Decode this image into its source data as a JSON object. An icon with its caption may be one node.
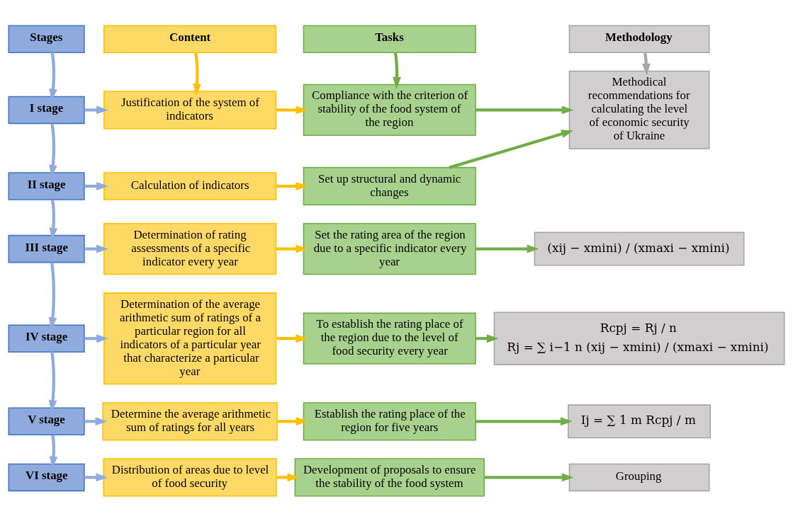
{
  "diagram": {
    "nodes": [
      {
        "text": [
          "Stages"
        ]
      },
      {
        "text": [
          "Content"
        ]
      },
      {
        "text": [
          "Tasks"
        ]
      },
      {
        "text": [
          "Methodology"
        ]
      },
      {
        "text": [
          "I stage"
        ]
      },
      {
        "text": [
          "Justification of the system of indicators"
        ]
      },
      {
        "text": [
          "Compliance with the criterion of stability of the food system of the region"
        ]
      },
      {
        "text": [
          "Methodical recommendations for calculating the level of economic security of Ukraine"
        ]
      },
      {
        "text": [
          "II stage"
        ]
      },
      {
        "text": [
          "Calculation of indicators"
        ]
      },
      {
        "text": [
          "Set up structural and dynamic changes"
        ]
      },
      {
        "text": [
          "III stage"
        ]
      },
      {
        "text": [
          "Determination of rating assessments of a specific indicator every year"
        ]
      },
      {
        "text": [
          "Set the rating area of the region due to a specific indicator every year"
        ]
      },
      {
        "text": [
          "(xij − xmini) / (xmaxi − xmini)"
        ]
      },
      {
        "text": [
          "IV stage"
        ]
      },
      {
        "text": [
          "Determination of the average arithmetic sum of ratings of a particular region for all indicators of a particular year that characterize a particular year"
        ]
      },
      {
        "text": [
          "To establish the rating place of the region due to the level of food security every year"
        ]
      },
      {
        "text": [
          "Rcpj = Rj / n",
          "Rj = ∑ i−1 n (xij − xmini) / (xmaxi − xmini)"
        ]
      },
      {
        "text": [
          "V stage"
        ]
      },
      {
        "text": [
          "Determine the average arithmetic sum of ratings for all years"
        ]
      },
      {
        "text": [
          "Establish the rating place of the region for five years"
        ]
      },
      {
        "text": [
          "Ij = ∑ 1 m Rcpj / m"
        ]
      },
      {
        "text": [
          "VI stage"
        ]
      },
      {
        "text": [
          "Distribution of areas due to level of food security"
        ]
      },
      {
        "text": [
          "Development of proposals to ensure the stability of the food system"
        ]
      },
      {
        "text": [
          "Grouping"
        ]
      }
    ],
    "edges": [
      {
        "from": 0,
        "to": 4,
        "arrow": "to"
      },
      {
        "from": 1,
        "to": 5,
        "arrow": "to",
        "color": "#ffc000"
      },
      {
        "from": 2,
        "to": 6,
        "arrow": "to",
        "color": "#70ad47"
      },
      {
        "from": 3,
        "to": 7,
        "arrow": "to",
        "color": "#a6a6a6"
      },
      {
        "from": 4,
        "to": 5,
        "arrow": "to"
      },
      {
        "from": 5,
        "to": 6,
        "arrow": "to",
        "color": "#ffc000"
      },
      {
        "from": 6,
        "to": 7,
        "arrow": "to",
        "color": "#70ad47"
      },
      {
        "from": 4,
        "to": 8,
        "arrow": "to"
      },
      {
        "from": 8,
        "to": 9,
        "arrow": "to"
      },
      {
        "from": 9,
        "to": 10,
        "arrow": "to",
        "color": "#ffc000"
      },
      {
        "from": 10,
        "to": 7,
        "arrow": "to",
        "color": "#70ad47"
      },
      {
        "from": 8,
        "to": 11,
        "arrow": "to"
      },
      {
        "from": 11,
        "to": 12,
        "arrow": "to"
      },
      {
        "from": 12,
        "to": 13,
        "arrow": "to",
        "color": "#ffc000"
      },
      {
        "from": 13,
        "to": 14,
        "arrow": "to",
        "color": "#70ad47"
      },
      {
        "from": 11,
        "to": 15,
        "arrow": "to"
      },
      {
        "from": 15,
        "to": 16,
        "arrow": "to"
      },
      {
        "from": 16,
        "to": 17,
        "arrow": "to",
        "color": "#ffc000"
      },
      {
        "from": 17,
        "to": 18,
        "arrow": "to",
        "color": "#70ad47"
      },
      {
        "from": 15,
        "to": 19,
        "arrow": "to"
      },
      {
        "from": 19,
        "to": 20,
        "arrow": "to"
      },
      {
        "from": 20,
        "to": 21,
        "arrow": "to",
        "color": "#ffc000"
      },
      {
        "from": 21,
        "to": 22,
        "arrow": "to",
        "color": "#70ad47"
      },
      {
        "from": 19,
        "to": 23,
        "arrow": "to"
      },
      {
        "from": 23,
        "to": 24,
        "arrow": "to"
      },
      {
        "from": 24,
        "to": 25,
        "arrow": "to",
        "color": "#ffc000"
      },
      {
        "from": 25,
        "to": 26,
        "arrow": "to",
        "color": "#70ad47"
      }
    ]
  }
}
